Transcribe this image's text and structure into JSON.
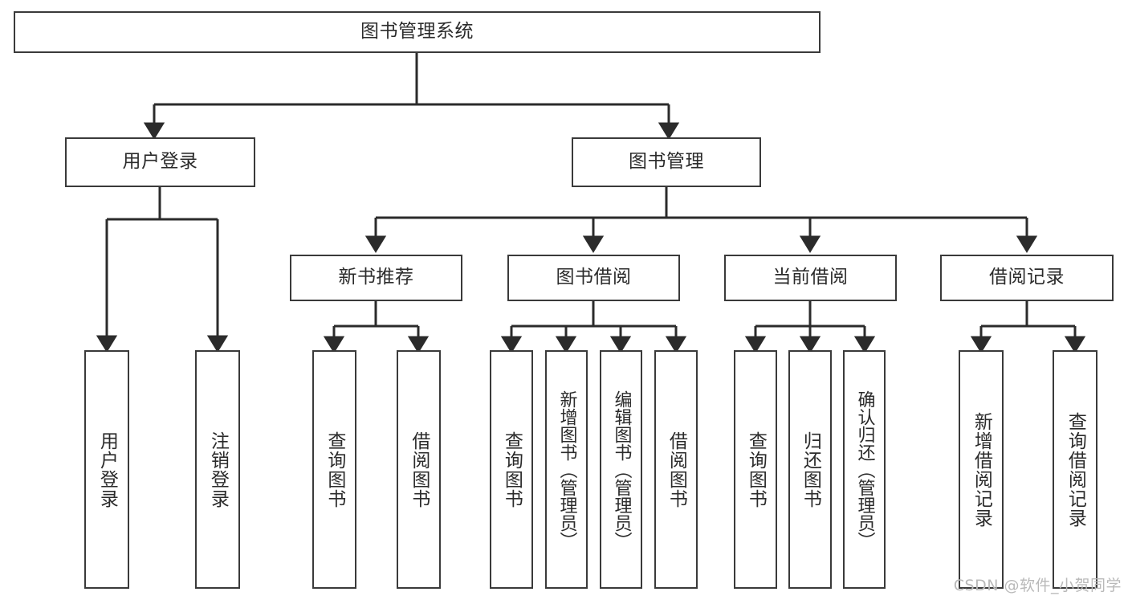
{
  "diagram": {
    "type": "tree-hierarchy",
    "title": "图书管理系统",
    "root": {
      "id": "root",
      "label": "图书管理系统",
      "orientation": "horizontal"
    },
    "level1": [
      {
        "id": "user-login",
        "label": "用户登录",
        "orientation": "horizontal"
      },
      {
        "id": "book-management",
        "label": "图书管理",
        "orientation": "horizontal"
      }
    ],
    "level2": [
      {
        "id": "new-book-recommend",
        "label": "新书推荐",
        "parent": "book-management",
        "orientation": "horizontal"
      },
      {
        "id": "book-borrow",
        "label": "图书借阅",
        "parent": "book-management",
        "orientation": "horizontal"
      },
      {
        "id": "current-borrow",
        "label": "当前借阅",
        "parent": "book-management",
        "orientation": "horizontal"
      },
      {
        "id": "borrow-record",
        "label": "借阅记录",
        "parent": "book-management",
        "orientation": "horizontal"
      }
    ],
    "leaves": [
      {
        "id": "leaf-user-login",
        "label": "用户登录",
        "parent": "user-login",
        "orientation": "vertical"
      },
      {
        "id": "leaf-logout",
        "label": "注销登录",
        "parent": "user-login",
        "orientation": "vertical"
      },
      {
        "id": "leaf-query-book-1",
        "label": "查询图书",
        "parent": "new-book-recommend",
        "orientation": "vertical"
      },
      {
        "id": "leaf-borrow-book-1",
        "label": "借阅图书",
        "parent": "new-book-recommend",
        "orientation": "vertical"
      },
      {
        "id": "leaf-query-book-2",
        "label": "查询图书",
        "parent": "book-borrow",
        "orientation": "vertical"
      },
      {
        "id": "leaf-add-book",
        "label": "新增图书（管理员）",
        "parent": "book-borrow",
        "orientation": "vertical"
      },
      {
        "id": "leaf-edit-book",
        "label": "编辑图书（管理员）",
        "parent": "book-borrow",
        "orientation": "vertical"
      },
      {
        "id": "leaf-borrow-book-2",
        "label": "借阅图书",
        "parent": "book-borrow",
        "orientation": "vertical"
      },
      {
        "id": "leaf-query-book-3",
        "label": "查询图书",
        "parent": "current-borrow",
        "orientation": "vertical"
      },
      {
        "id": "leaf-return-book",
        "label": "归还图书",
        "parent": "current-borrow",
        "orientation": "vertical"
      },
      {
        "id": "leaf-confirm-return",
        "label": "确认归还（管理员）",
        "parent": "current-borrow",
        "orientation": "vertical"
      },
      {
        "id": "leaf-add-record",
        "label": "新增借阅记录",
        "parent": "borrow-record",
        "orientation": "vertical"
      },
      {
        "id": "leaf-query-record",
        "label": "查询借阅记录",
        "parent": "borrow-record",
        "orientation": "vertical"
      }
    ],
    "watermark": "CSDN @软件_小贺同学",
    "colors": {
      "border": "#3a3a3a",
      "text": "#2b2b2b",
      "background": "#ffffff",
      "connector": "#2b2b2b",
      "watermark": "#b9b9b9"
    }
  }
}
